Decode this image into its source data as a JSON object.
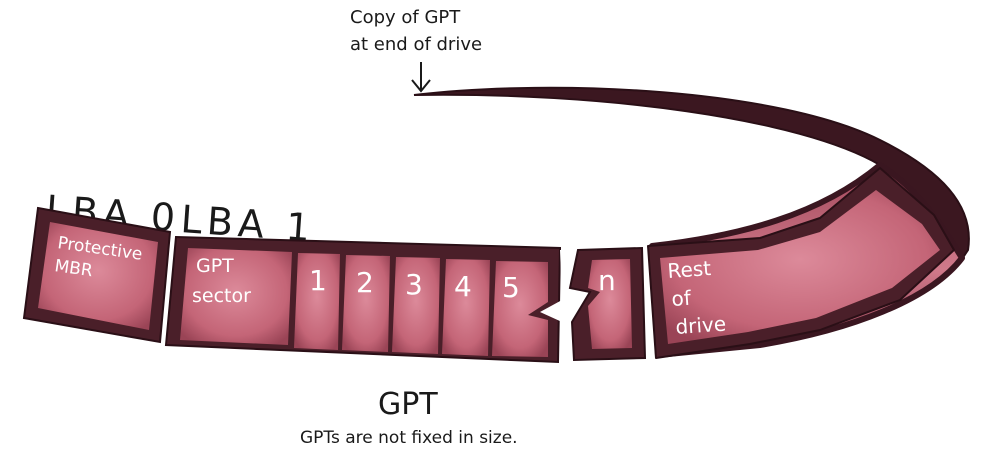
{
  "annotation": {
    "line1": "Copy of GPT",
    "line2": "at end of drive"
  },
  "labels": {
    "lba0": "LBA 0",
    "lba1": "LBA 1"
  },
  "blocks": {
    "protective_mbr": {
      "line1": "Protective",
      "line2": "MBR"
    },
    "gpt_sector": {
      "line1": "GPT",
      "line2": "sector"
    },
    "entries": [
      "1",
      "2",
      "3",
      "4",
      "5"
    ],
    "entry_n": "n",
    "rest_of_drive": {
      "line1": "Rest",
      "line2": "of",
      "line3": "drive"
    }
  },
  "caption": {
    "title": "GPT",
    "subtitle": "GPTs are not fixed in size."
  },
  "colors": {
    "frame": "#4a1f29",
    "frame_dark": "#2e1118",
    "cell_light": "#d47b8c",
    "cell_mid": "#bf5f72",
    "cell_dark": "#8f3d4e",
    "band_inner": "#c56377",
    "text_dark": "#1a1a1a"
  }
}
